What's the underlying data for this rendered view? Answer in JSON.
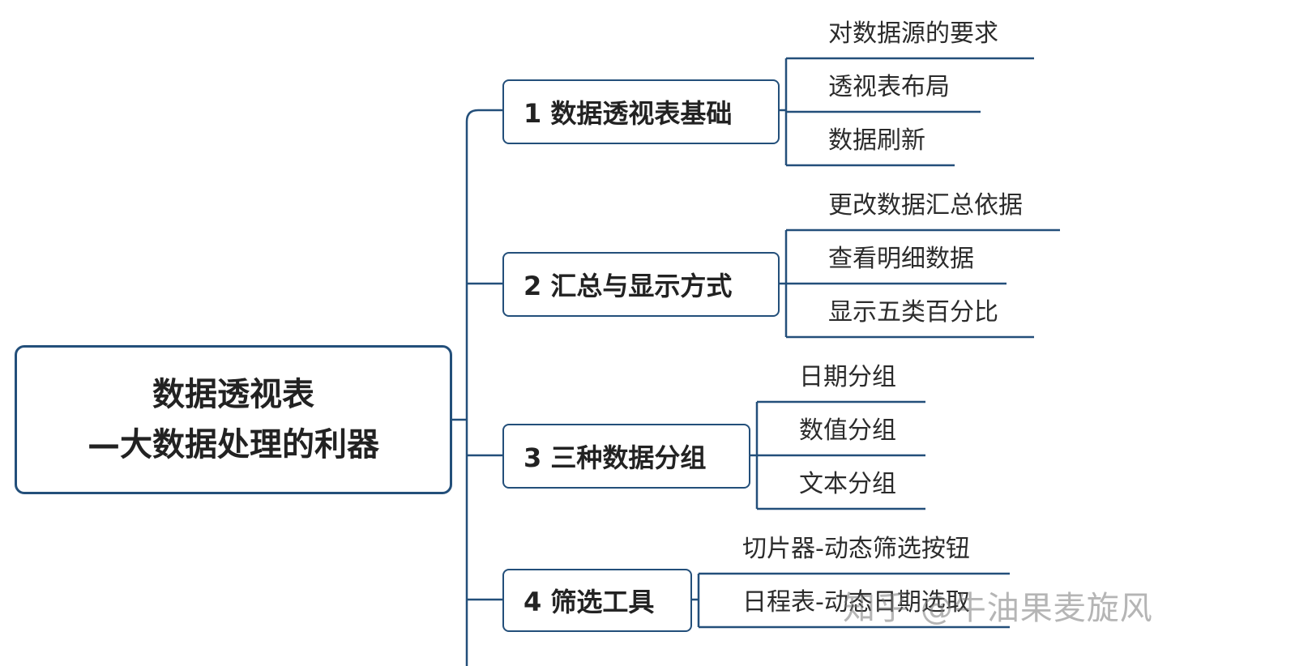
{
  "root": {
    "line1": "数据透视表",
    "line2": "—大数据处理的利器"
  },
  "branches": [
    {
      "label": "1 数据透视表基础",
      "children": [
        "对数据源的要求",
        "透视表布局",
        "数据刷新"
      ]
    },
    {
      "label": "2 汇总与显示方式",
      "children": [
        "更改数据汇总依据",
        "查看明细数据",
        "显示五类百分比"
      ]
    },
    {
      "label": "3 三种数据分组",
      "children": [
        "日期分组",
        "数值分组",
        "文本分组"
      ]
    },
    {
      "label": "4 筛选工具",
      "children": [
        "切片器-动态筛选按钮",
        "日程表-动态日期选取"
      ]
    }
  ],
  "watermark": "知乎 @牛油果麦旋风",
  "colors": {
    "line": "#234f7a",
    "text": "#222222",
    "background": "#ffffff"
  }
}
